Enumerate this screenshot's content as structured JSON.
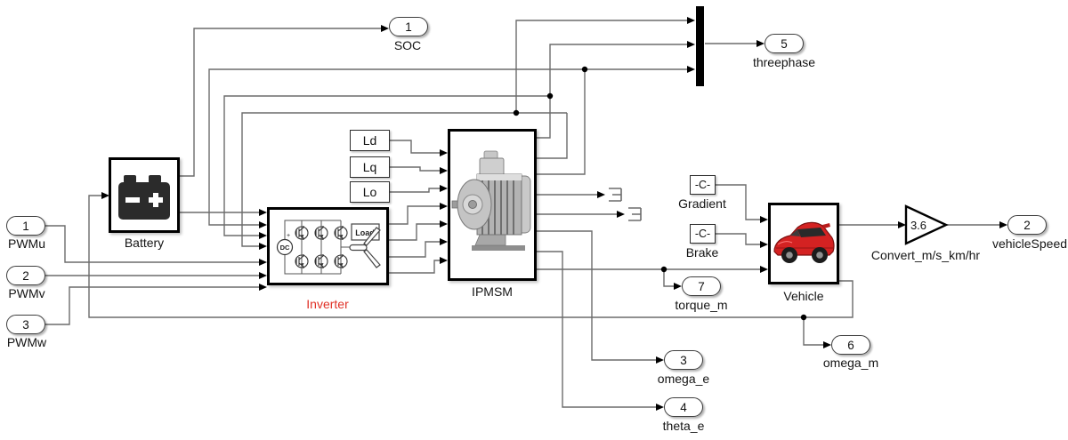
{
  "diagram": {
    "inports": [
      {
        "num": "1",
        "label": "PWMu"
      },
      {
        "num": "2",
        "label": "PWMv"
      },
      {
        "num": "3",
        "label": "PWMw"
      }
    ],
    "outports": [
      {
        "num": "1",
        "label": "SOC"
      },
      {
        "num": "5",
        "label": "threephase"
      },
      {
        "num": "2",
        "label": "vehicleSpeed"
      },
      {
        "num": "7",
        "label": "torque_m"
      },
      {
        "num": "3",
        "label": "omega_e"
      },
      {
        "num": "4",
        "label": "theta_e"
      },
      {
        "num": "6",
        "label": "omega_m"
      }
    ],
    "blocks": {
      "battery": {
        "label": "Battery"
      },
      "inverter": {
        "label": "Inverter",
        "dc_text": "DC",
        "load_text": "Load"
      },
      "param_blocks": [
        {
          "label": "Ld"
        },
        {
          "label": "Lq"
        },
        {
          "label": "Lo"
        }
      ],
      "ipmsm": {
        "label": "IPMSM"
      },
      "gradient": {
        "value": "-C-",
        "label": "Gradient"
      },
      "brake": {
        "value": "-C-",
        "label": "Brake"
      },
      "vehicle": {
        "label": "Vehicle"
      },
      "gain": {
        "value": "3.6",
        "label": "Convert_m/s_km/hr"
      }
    },
    "colors": {
      "wire": "#6b6b6b",
      "inverter_label": "#e03127",
      "car_body": "#d42222"
    }
  }
}
